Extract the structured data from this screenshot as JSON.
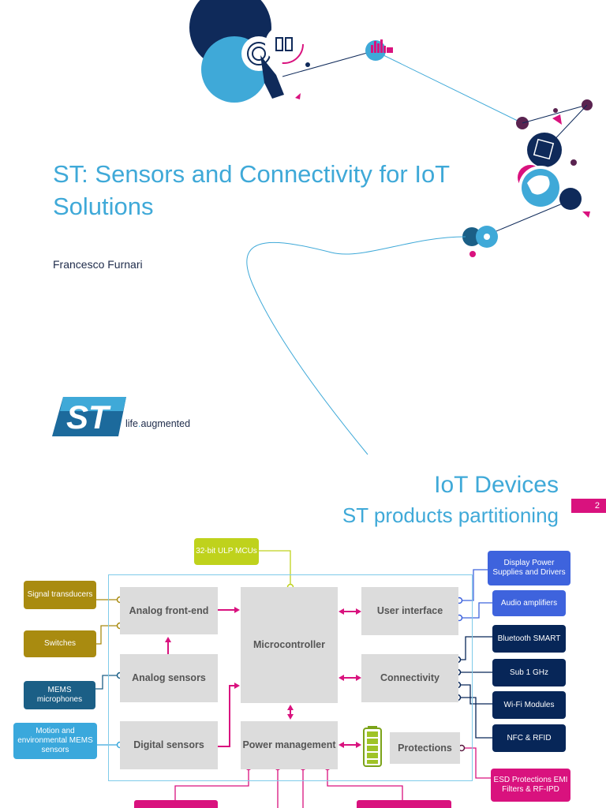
{
  "slide1": {
    "title": "ST: Sensors and Connectivity for IoT Solutions",
    "author": "Francesco Furnari",
    "logo": "ST",
    "tagline_prefix": "life",
    "tagline_dot": ".",
    "tagline_suffix": "augmented"
  },
  "slide2": {
    "title": "IoT Devices",
    "subtitle": "ST products partitioning",
    "page_number": "2",
    "blocks": {
      "analog_frontend": "Analog front-end",
      "analog_sensors": "Analog sensors",
      "digital_sensors": "Digital sensors",
      "microcontroller": "Microcontroller",
      "user_interface": "User interface",
      "connectivity": "Connectivity",
      "power_management": "Power management",
      "protections": "Protections"
    },
    "products": {
      "ulp_mcus": "32-bit ULP MCUs",
      "signal_transducers": "Signal transducers",
      "switches": "Switches",
      "mems_microphones": "MEMS microphones",
      "motion_sensors": "Motion and environmental MEMS sensors",
      "display_power": "Display Power Supplies and Drivers",
      "audio_amplifiers": "Audio amplifiers",
      "bluetooth": "Bluetooth SMART",
      "sub1ghz": "Sub 1 GHz",
      "wifi": "Wi-Fi Modules",
      "nfc_rfid": "NFC & RFID",
      "esd": "ESD Protections EMI Filters & RF-IPD"
    }
  },
  "colors": {
    "accent_blue": "#3fa9d8",
    "navy": "#1e2b4a",
    "magenta": "#d9127e",
    "olive": "#a98b10",
    "lime": "#bfd21c",
    "teal": "#1b5f86",
    "sky": "#3aa8dc",
    "blue": "#3e63dd",
    "dark_navy": "#072658"
  }
}
